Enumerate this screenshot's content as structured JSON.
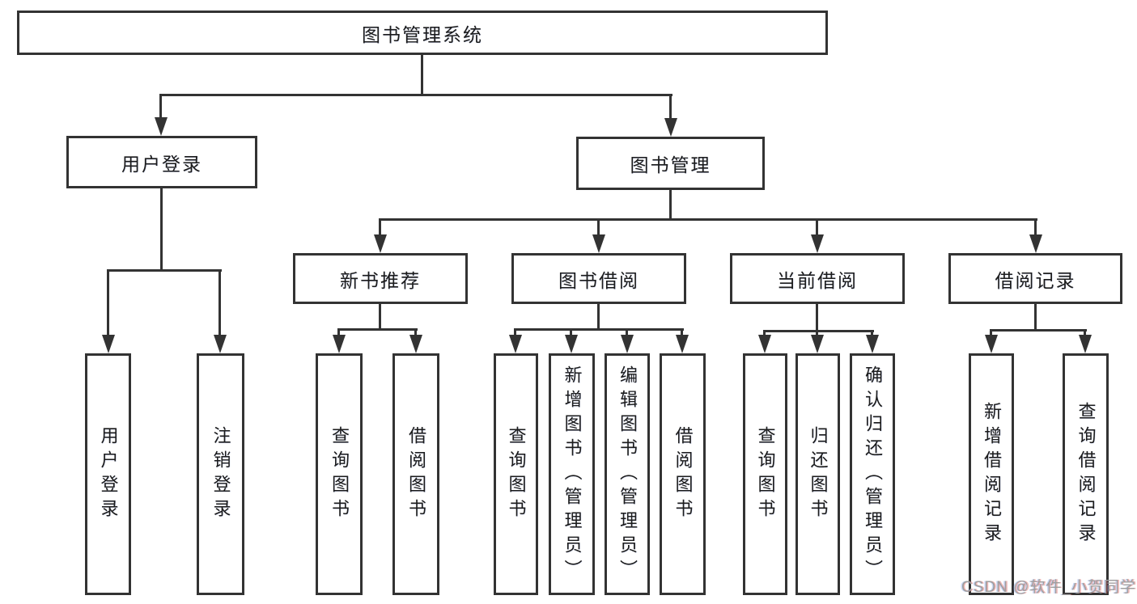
{
  "tree": {
    "label": "图书管理系统",
    "children": [
      {
        "label": "用户登录",
        "children": [
          {
            "label": "用户登录"
          },
          {
            "label": "注销登录"
          }
        ]
      },
      {
        "label": "图书管理",
        "children": [
          {
            "label": "新书推荐",
            "children": [
              {
                "label": "查询图书"
              },
              {
                "label": "借阅图书"
              }
            ]
          },
          {
            "label": "图书借阅",
            "children": [
              {
                "label": "查询图书"
              },
              {
                "label": "新增图书（管理员）"
              },
              {
                "label": "编辑图书（管理员）"
              },
              {
                "label": "借阅图书"
              }
            ]
          },
          {
            "label": "当前借阅",
            "children": [
              {
                "label": "查询图书"
              },
              {
                "label": "归还图书"
              },
              {
                "label": "确认归还（管理员）"
              }
            ]
          },
          {
            "label": "借阅记录",
            "children": [
              {
                "label": "新增借阅记录"
              },
              {
                "label": "查询借阅记录"
              }
            ]
          }
        ]
      }
    ]
  },
  "watermark": "CSDN @软件_小贺同学",
  "colors": {
    "line": "#333333",
    "text": "#1c1c1c",
    "background": "#ffffff",
    "watermark": "#9e9e9e"
  }
}
